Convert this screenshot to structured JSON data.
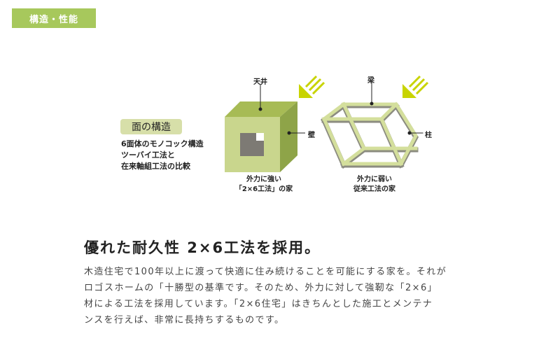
{
  "category_tag": "構造・性能",
  "diagram": {
    "section_label": "面の構造",
    "description": [
      "6面体のモノコック構造",
      "ツーバイ工法と",
      "在来軸組工法の比較"
    ],
    "box_structure": {
      "top_label": "天井",
      "side_label": "壁",
      "caption": [
        "外力に強い",
        "「2×6工法」の家"
      ]
    },
    "frame_structure": {
      "top_label": "梁",
      "side_label": "柱",
      "caption": [
        "外力に弱い",
        "従来工法の家"
      ]
    },
    "colors": {
      "cube_front": "#c9d68d",
      "cube_top": "#a7bb55",
      "cube_side": "#8ea448",
      "window": "#7d7a74",
      "frame": "#d4df9c",
      "frame_shadow": "#8c8c80",
      "arrow": "#c8d400",
      "tag": "#a7c85c",
      "label_box": "#d7dfa9"
    }
  },
  "content": {
    "heading": "優れた耐久性 2×6工法を採用。",
    "paragraph_lines": [
      "木造住宅で100年以上に渡って快適に住み続けることを可能にする家を。それが",
      "ロゴスホームの「十勝型の基準です。そのため、外力に対して強靭な「2×6」",
      "材による工法を採用しています。「2×6住宅」はきちんとした施工とメンテナ",
      "ンスを行えば、非常に長持ちするものです。"
    ]
  }
}
